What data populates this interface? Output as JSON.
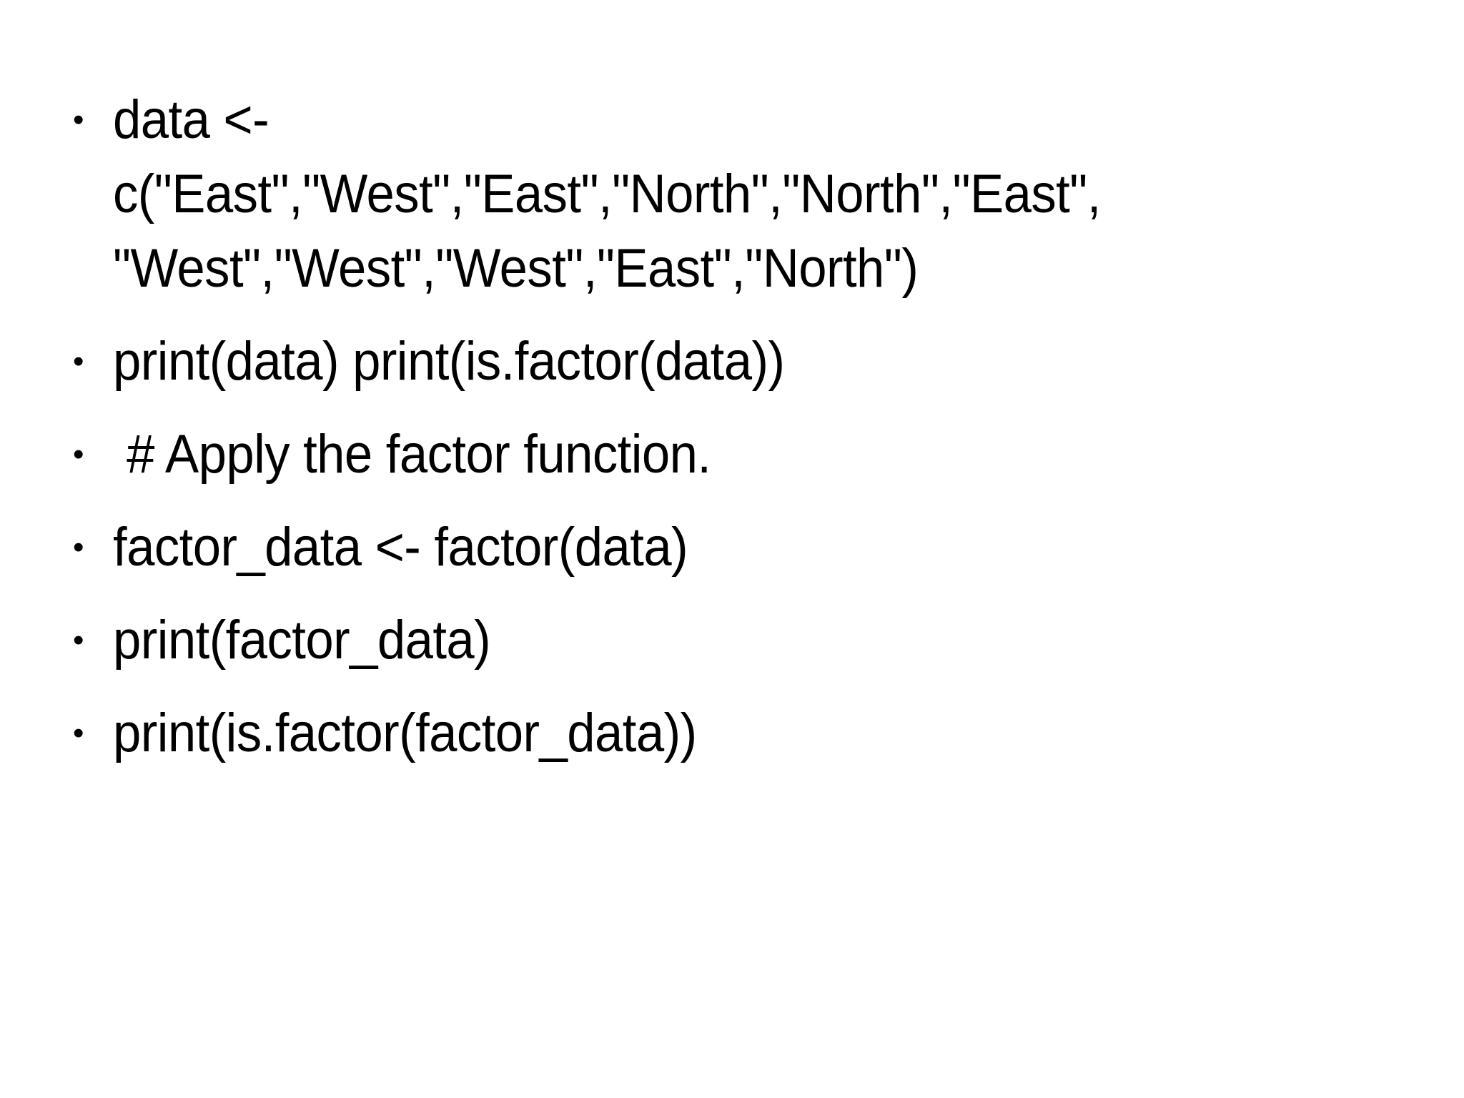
{
  "slide": {
    "background_color": "#ffffff",
    "text_color": "#000000",
    "bullet_glyph": "•",
    "bullets": [
      {
        "id": "data-assignment",
        "text": "data <- c(\"East\",\"West\",\"East\",\"North\",\"North\",\"East\", \"West\",\"West\",\"West\",\"East\",\"North\")"
      },
      {
        "id": "print-data-and-is-factor",
        "text": "print(data) print(is.factor(data))"
      },
      {
        "id": "comment-apply-factor-function",
        "text": " # Apply the factor function."
      },
      {
        "id": "factor-data-assignment",
        "text": "factor_data <- factor(data)"
      },
      {
        "id": "print-factor-data",
        "text": "print(factor_data)"
      },
      {
        "id": "print-is-factor-factor-data",
        "text": "print(is.factor(factor_data))"
      }
    ]
  }
}
